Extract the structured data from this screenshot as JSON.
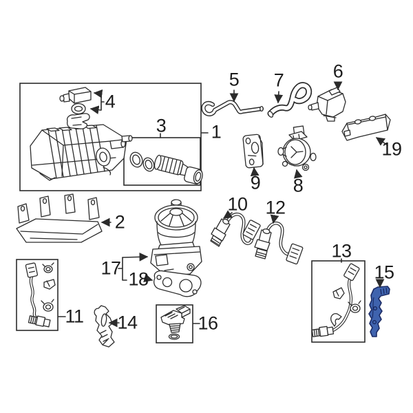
{
  "diagram": {
    "background_color": "#ffffff",
    "line_color": "#2b2b2b",
    "box_border_color": "#2b2b2b",
    "highlighted_part": {
      "callout": "15",
      "fill_color": "#3f63ae",
      "outline_color": "#1c2c66"
    },
    "callouts": {
      "c1": "1",
      "c2": "2",
      "c3": "3",
      "c4": "4",
      "c5": "5",
      "c6": "6",
      "c7": "7",
      "c8": "8",
      "c9": "9",
      "c10": "10",
      "c11": "11",
      "c12": "12",
      "c13": "13",
      "c14": "14",
      "c15": "15",
      "c16": "16",
      "c17": "17",
      "c18": "18",
      "c19": "19"
    }
  }
}
